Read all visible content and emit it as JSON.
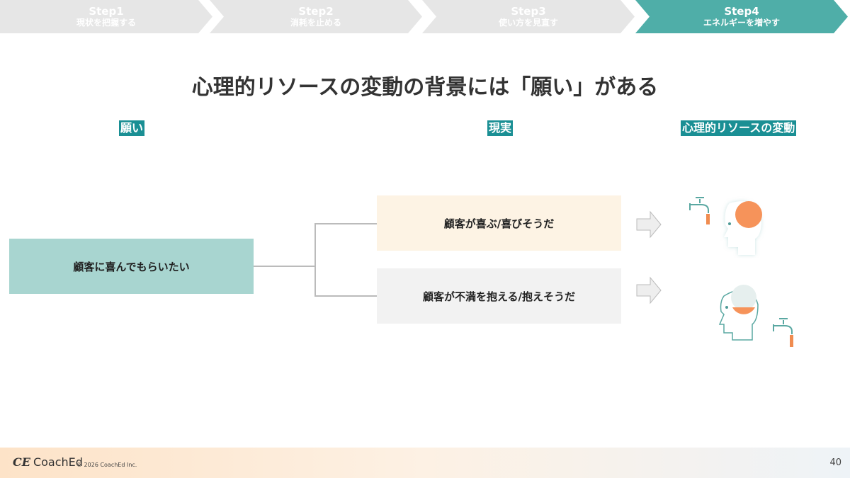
{
  "steps": [
    {
      "title": "Step1",
      "subtitle": "現状を把握する"
    },
    {
      "title": "Step2",
      "subtitle": "消耗を止める"
    },
    {
      "title": "Step3",
      "subtitle": "使い方を見直す"
    },
    {
      "title": "Step4",
      "subtitle": "エネルギーを増やす"
    }
  ],
  "title": "心理的リソースの変動の背景には「願い」がある",
  "columns": {
    "wish": "願い",
    "reality": "現実",
    "change": "心理的リソースの変動"
  },
  "wish_box": "顧客に喜んでもらいたい",
  "reality_boxes": [
    "顧客が喜ぶ/喜びそうだ",
    "顧客が不満を抱える/抱えそうだ"
  ],
  "footer": {
    "logo": "CoachEd",
    "copyright": "© 2026 CoachEd Inc.",
    "page": "40"
  }
}
